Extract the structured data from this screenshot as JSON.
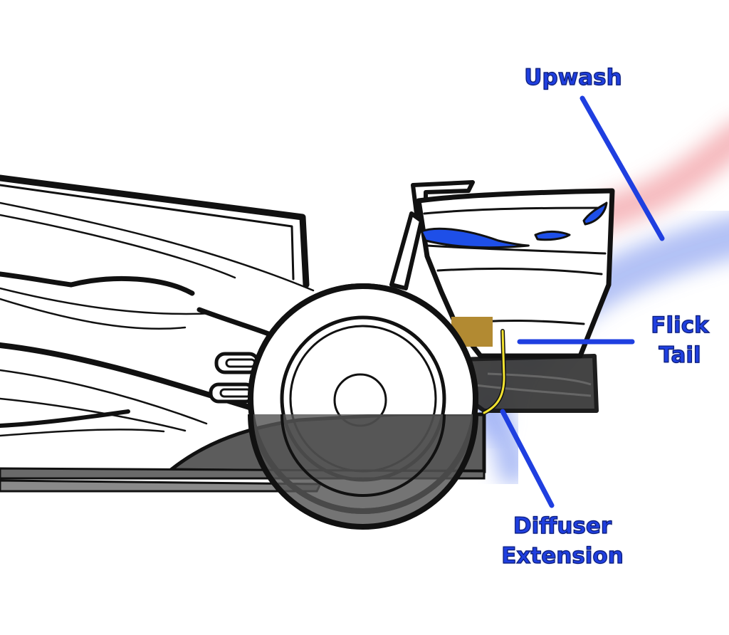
{
  "labels": {
    "upwash": "Upwash",
    "flick_tail_line1": "Flick",
    "flick_tail_line2": "Tail",
    "diffuser_line1": "Diffuser",
    "diffuser_line2": "Extension"
  },
  "colors": {
    "label_text": "#1f3fe0",
    "leader_line": "#1f3fe0",
    "upwash_flow": "#f3a3a8",
    "under_flow": "#8ea4f2",
    "floor_shade": "#5c5c5c",
    "deck_block": "#b28a32",
    "flick_tail": "#f2e230",
    "endplate_slot": "#1e4fe8",
    "outline": "#111111"
  }
}
